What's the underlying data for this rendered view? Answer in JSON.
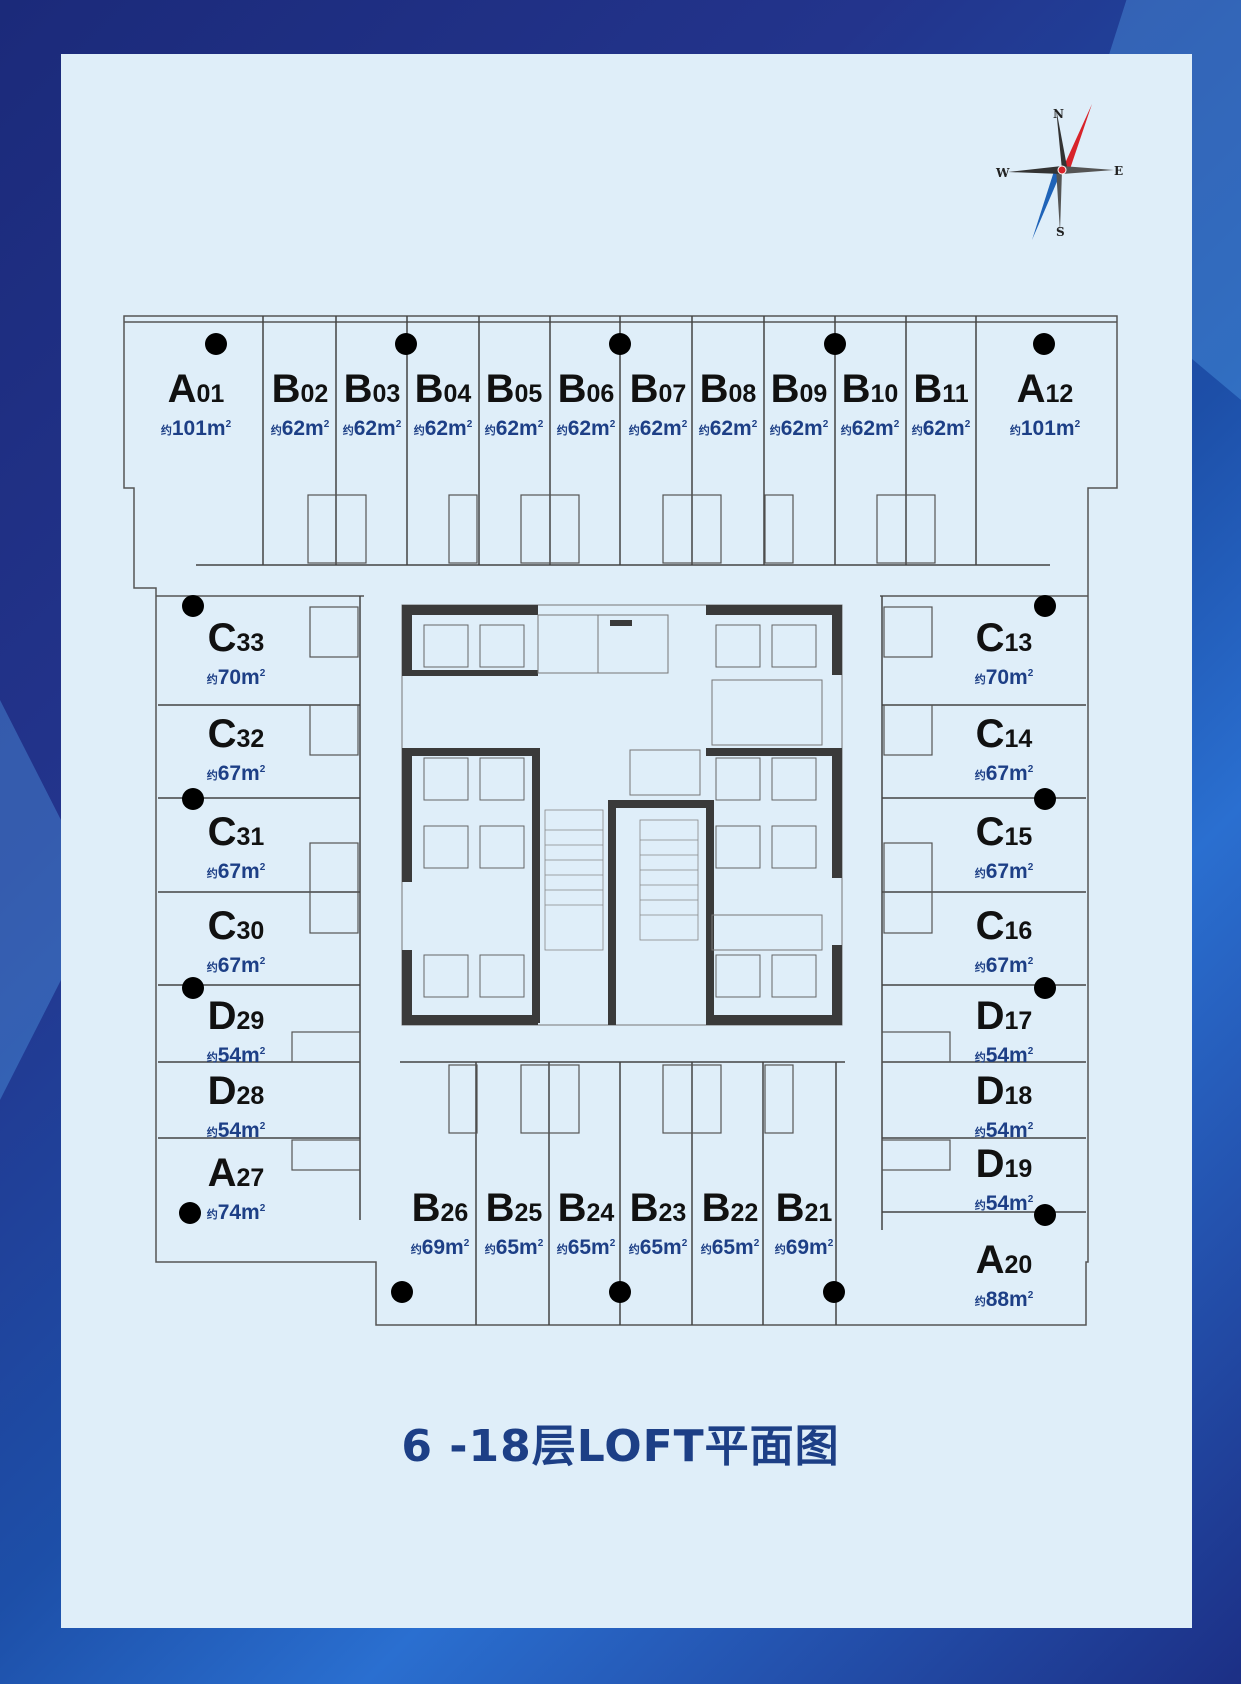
{
  "title": "6 -18层LOFT平面图",
  "compass": {
    "n": "N",
    "e": "E",
    "s": "S",
    "w": "W"
  },
  "area_prefix": "约",
  "area_unit": "m",
  "area_unit_sup": "2",
  "units": [
    {
      "letter": "A",
      "num": "01",
      "area": "101"
    },
    {
      "letter": "B",
      "num": "02",
      "area": "62"
    },
    {
      "letter": "B",
      "num": "03",
      "area": "62"
    },
    {
      "letter": "B",
      "num": "04",
      "area": "62"
    },
    {
      "letter": "B",
      "num": "05",
      "area": "62"
    },
    {
      "letter": "B",
      "num": "06",
      "area": "62"
    },
    {
      "letter": "B",
      "num": "07",
      "area": "62"
    },
    {
      "letter": "B",
      "num": "08",
      "area": "62"
    },
    {
      "letter": "B",
      "num": "09",
      "area": "62"
    },
    {
      "letter": "B",
      "num": "10",
      "area": "62"
    },
    {
      "letter": "B",
      "num": "11",
      "area": "62"
    },
    {
      "letter": "A",
      "num": "12",
      "area": "101"
    },
    {
      "letter": "C",
      "num": "33",
      "area": "70"
    },
    {
      "letter": "C",
      "num": "13",
      "area": "70"
    },
    {
      "letter": "C",
      "num": "32",
      "area": "67"
    },
    {
      "letter": "C",
      "num": "14",
      "area": "67"
    },
    {
      "letter": "C",
      "num": "31",
      "area": "67"
    },
    {
      "letter": "C",
      "num": "15",
      "area": "67"
    },
    {
      "letter": "C",
      "num": "30",
      "area": "67"
    },
    {
      "letter": "C",
      "num": "16",
      "area": "67"
    },
    {
      "letter": "D",
      "num": "29",
      "area": "54"
    },
    {
      "letter": "D",
      "num": "17",
      "area": "54"
    },
    {
      "letter": "D",
      "num": "28",
      "area": "54"
    },
    {
      "letter": "D",
      "num": "18",
      "area": "54"
    },
    {
      "letter": "A",
      "num": "27",
      "area": "74"
    },
    {
      "letter": "D",
      "num": "19",
      "area": "54"
    },
    {
      "letter": "B",
      "num": "26",
      "area": "69"
    },
    {
      "letter": "B",
      "num": "25",
      "area": "65"
    },
    {
      "letter": "B",
      "num": "24",
      "area": "65"
    },
    {
      "letter": "B",
      "num": "23",
      "area": "65"
    },
    {
      "letter": "B",
      "num": "22",
      "area": "65"
    },
    {
      "letter": "B",
      "num": "21",
      "area": "69"
    },
    {
      "letter": "A",
      "num": "20",
      "area": "88"
    }
  ]
}
